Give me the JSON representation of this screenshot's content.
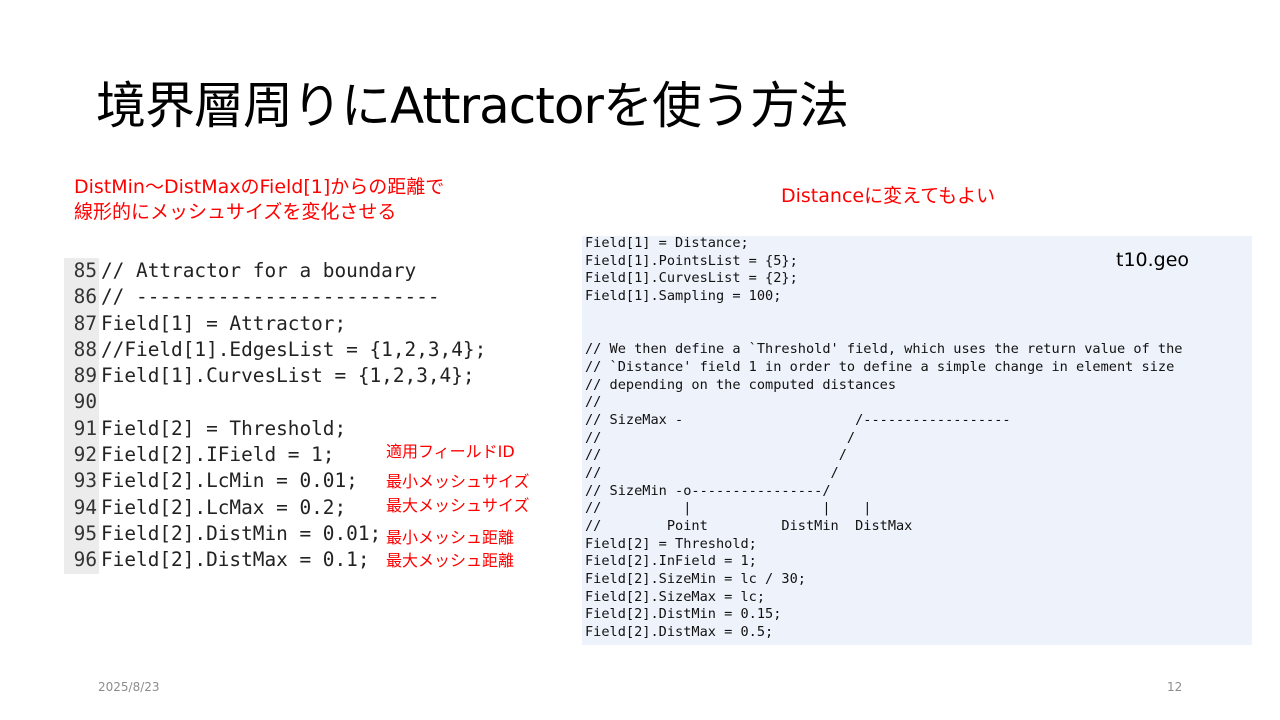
{
  "slide": {
    "title": "境界層周りにAttractorを使う方法",
    "subtitle_line1": "DistMin～DistMaxのField[1]からの距離で",
    "subtitle_line2": "線形的にメッシュサイズを変化させる",
    "note_right": "Distanceに変えてもよい",
    "file_label": "t10.geo",
    "footer_date": "2025/8/23",
    "page_number": "12"
  },
  "code_left": [
    {
      "ln": "85",
      "text": "// Attractor for a boundary"
    },
    {
      "ln": "86",
      "text": "// --------------------------"
    },
    {
      "ln": "87",
      "text": "Field[1] = Attractor;"
    },
    {
      "ln": "88",
      "text": "//Field[1].EdgesList = {1,2,3,4};"
    },
    {
      "ln": "89",
      "text": "Field[1].CurvesList = {1,2,3,4};"
    },
    {
      "ln": "90",
      "text": ""
    },
    {
      "ln": "91",
      "text": "Field[2] = Threshold;"
    },
    {
      "ln": "92",
      "text": "Field[2].IField = 1;"
    },
    {
      "ln": "93",
      "text": "Field[2].LcMin = 0.01;"
    },
    {
      "ln": "94",
      "text": "Field[2].LcMax = 0.2;"
    },
    {
      "ln": "95",
      "text": "Field[2].DistMin = 0.01;"
    },
    {
      "ln": "96",
      "text": "Field[2].DistMax = 0.1;"
    }
  ],
  "annotations": {
    "ifield": "適用フィールドID",
    "lcmin": "最小メッシュサイズ",
    "lcmax": "最大メッシュサイズ",
    "distmin": "最小メッシュ距離",
    "distmax": "最大メッシュ距離"
  },
  "code_right": [
    "Field[1] = Distance;",
    "Field[1].PointsList = {5};",
    "Field[1].CurvesList = {2};",
    "Field[1].Sampling = 100;",
    "",
    "",
    "// We then define a `Threshold' field, which uses the return value of the",
    "// `Distance' field 1 in order to define a simple change in element size",
    "// depending on the computed distances",
    "//",
    "// SizeMax -                     /------------------",
    "//                              /",
    "//                             /",
    "//                            /",
    "// SizeMin -o----------------/",
    "//          |                |    |",
    "//        Point         DistMin  DistMax",
    "Field[2] = Threshold;",
    "Field[2].InField = 1;",
    "Field[2].SizeMin = lc / 30;",
    "Field[2].SizeMax = lc;",
    "Field[2].DistMin = 0.15;",
    "Field[2].DistMax = 0.5;"
  ]
}
